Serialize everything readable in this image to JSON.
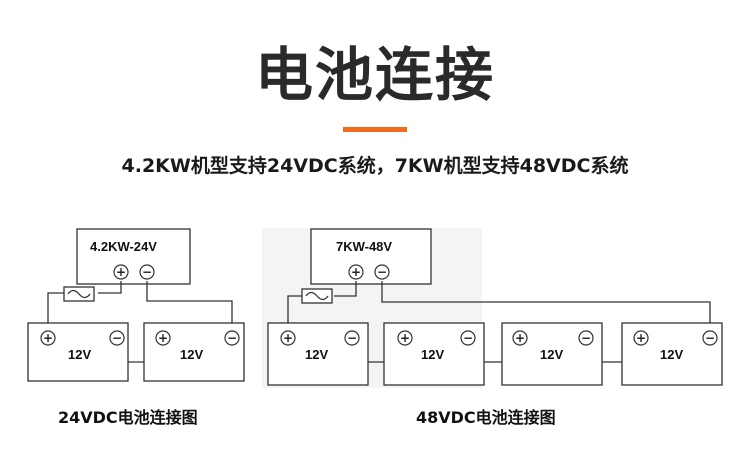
{
  "header": {
    "title": "电池连接",
    "subtitle": "4.2KW机型支持24VDC系统，7KW机型支持48VDC系统",
    "accent_color": "#f26b1d"
  },
  "diagram_left": {
    "inverter_label": "4.2KW-24V",
    "battery_labels": [
      "12V",
      "12V"
    ],
    "positive_symbol": "+",
    "negative_symbol": "−",
    "caption": "24VDC电池连接图"
  },
  "diagram_right": {
    "inverter_label": "7KW-48V",
    "battery_labels": [
      "12V",
      "12V",
      "12V",
      "12V"
    ],
    "positive_symbol": "+",
    "negative_symbol": "−",
    "caption": "48VDC电池连接图"
  }
}
